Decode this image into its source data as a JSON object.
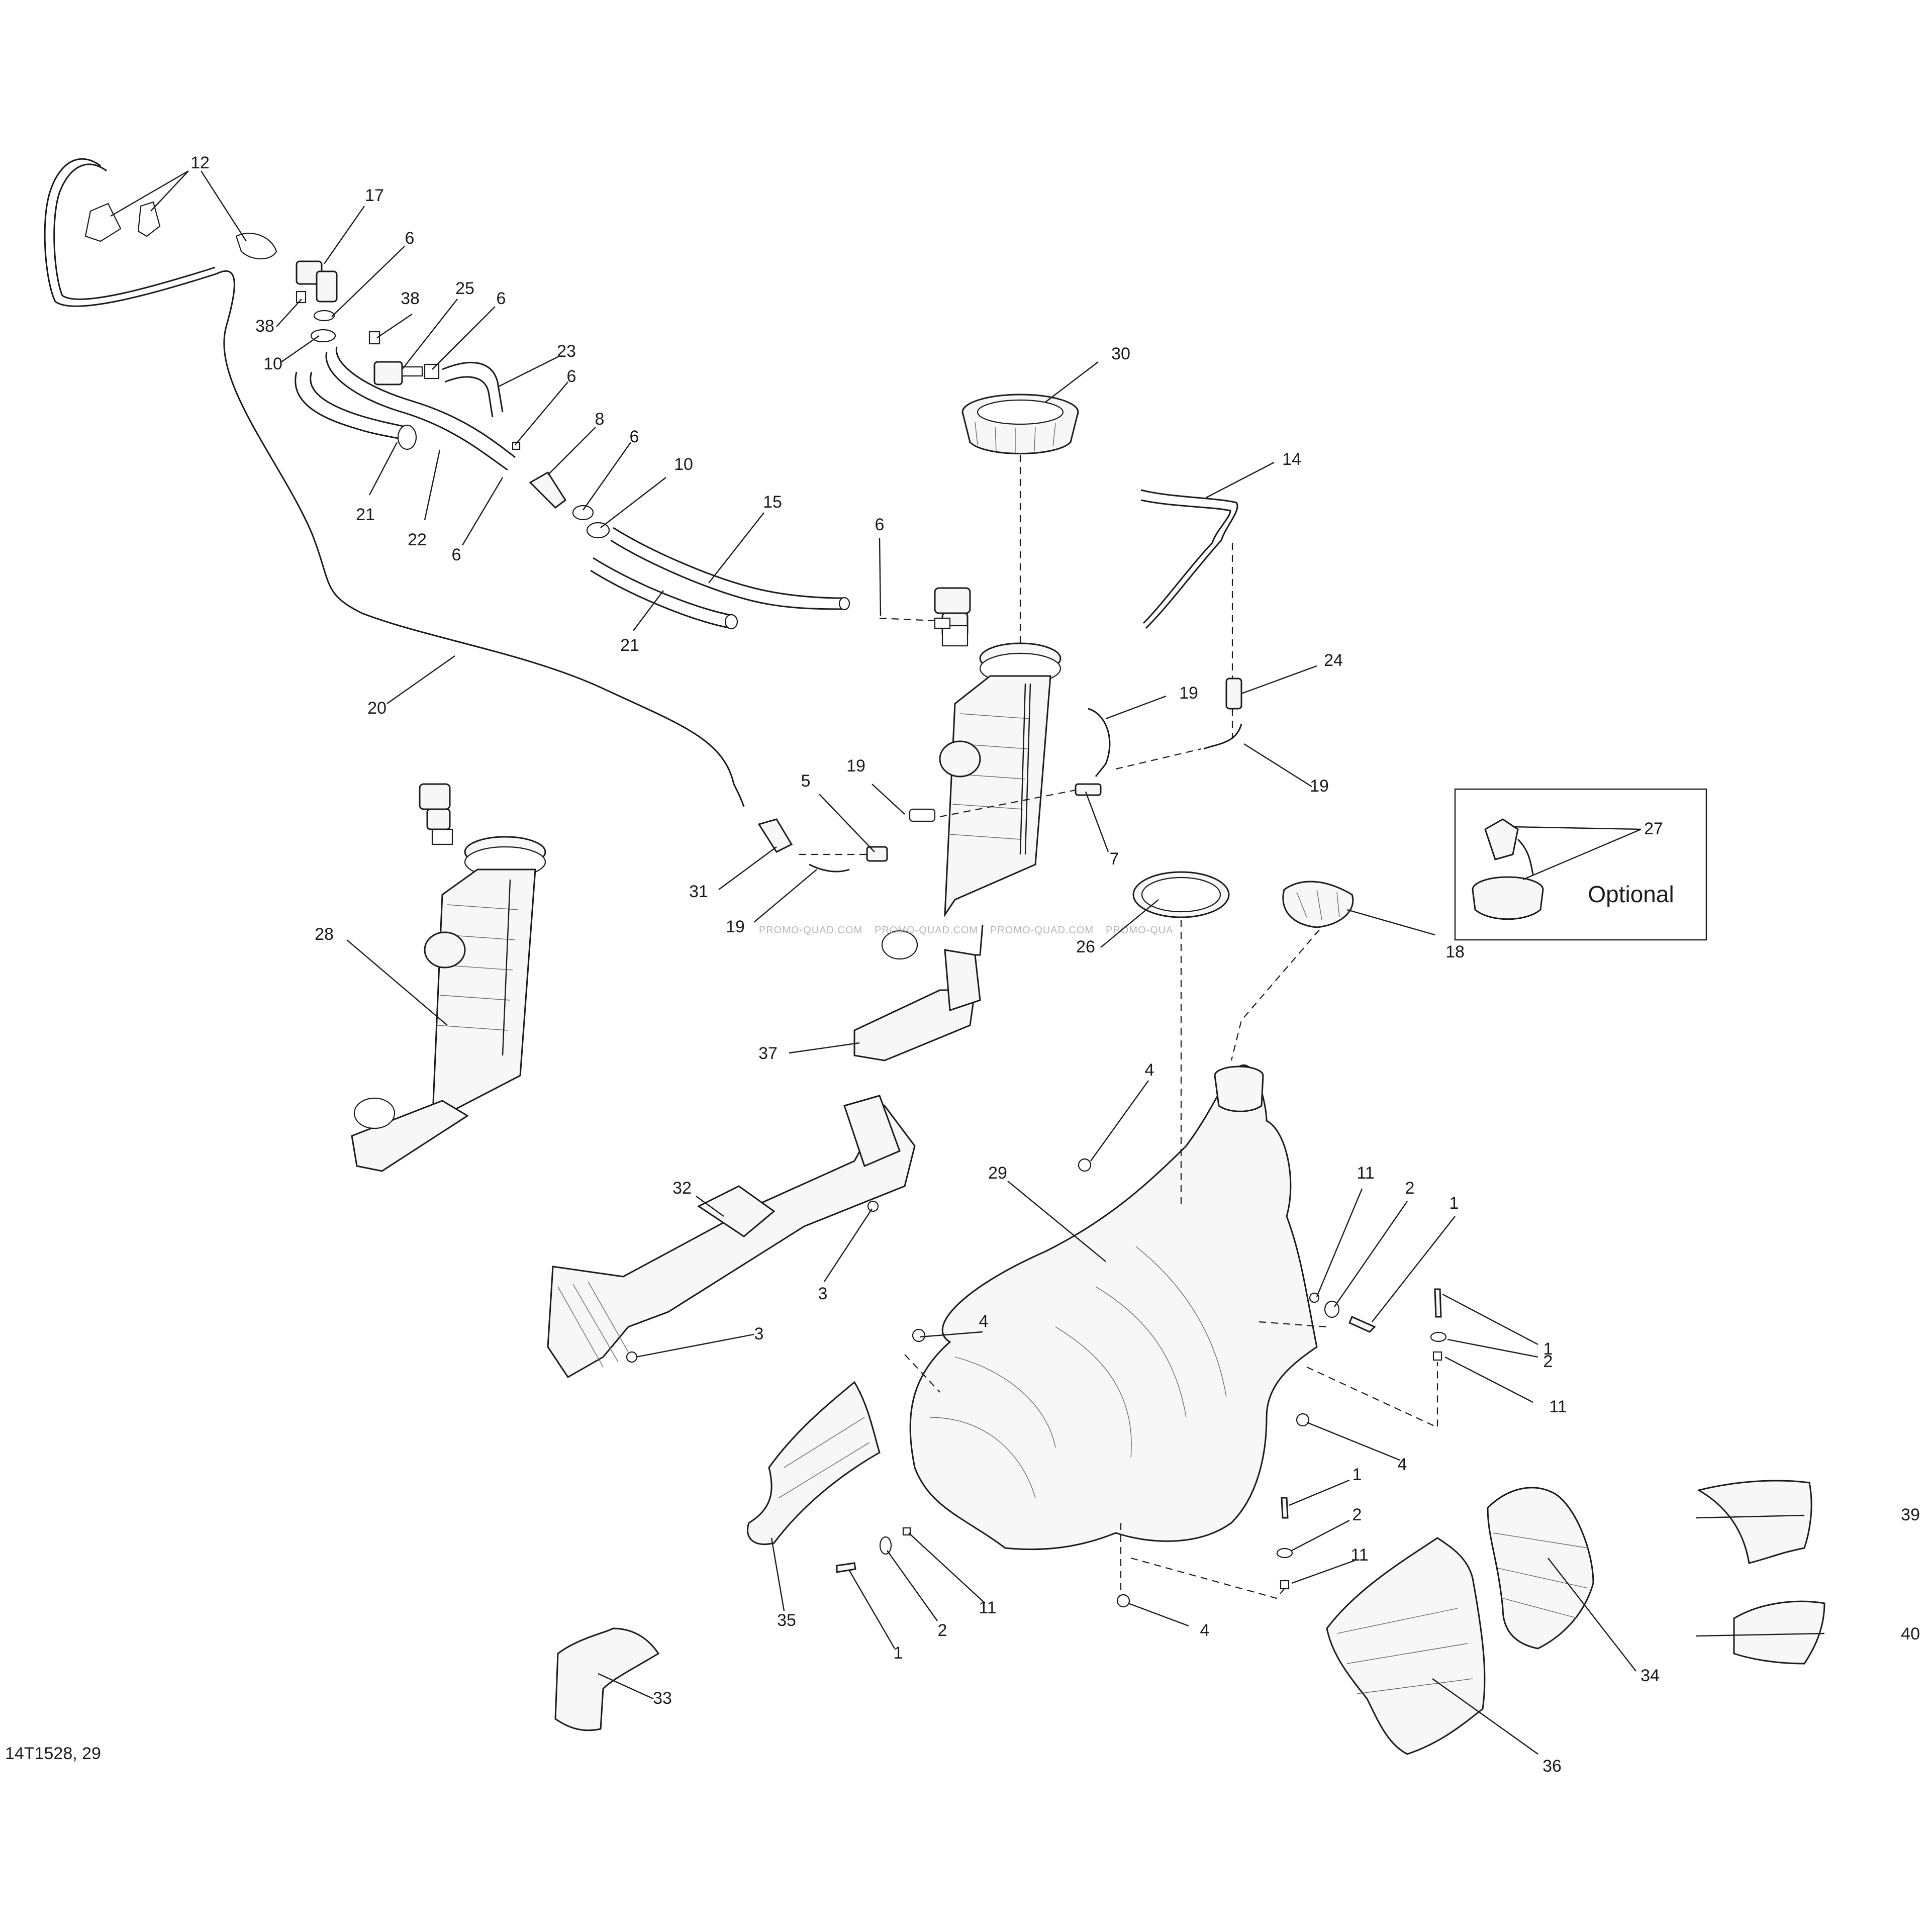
{
  "diagram": {
    "reference_code": "14T1528, 29",
    "optional_box_label": "Optional",
    "watermark": [
      "PROMO-QUAD.COM",
      "PROMO-QUAD.COM",
      "PROMO-QUAD.COM",
      "PROMO-QUA"
    ],
    "callouts": [
      "12",
      "17",
      "6",
      "38",
      "10",
      "38",
      "25",
      "6",
      "23",
      "6",
      "8",
      "6",
      "10",
      "21",
      "22",
      "6",
      "15",
      "21",
      "20",
      "6",
      "30",
      "14",
      "24",
      "19",
      "19",
      "19",
      "5",
      "7",
      "31",
      "19",
      "27",
      "26",
      "18",
      "28",
      "37",
      "4",
      "29",
      "11",
      "2",
      "1",
      "32",
      "3",
      "3",
      "4",
      "1",
      "2",
      "11",
      "4",
      "1",
      "2",
      "11",
      "35",
      "1",
      "2",
      "11",
      "4",
      "39",
      "34",
      "40",
      "33",
      "36"
    ]
  }
}
